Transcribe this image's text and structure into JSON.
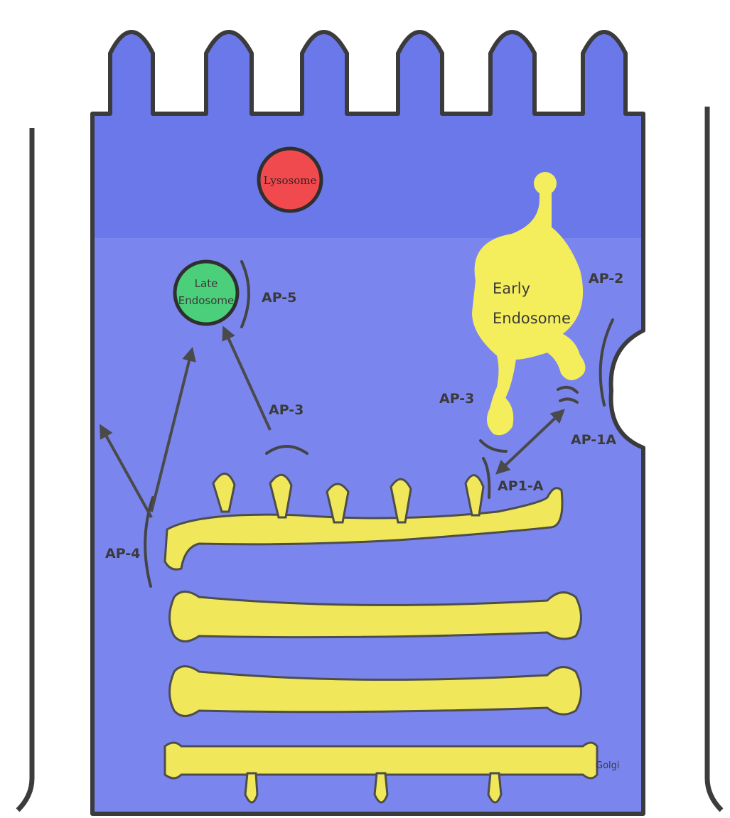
{
  "colors": {
    "cell_top": "#6b78ea",
    "cell_body": "#7a86ee",
    "cell_outline": "#3b3b3b",
    "lysosome": "#f04a4e",
    "late_endosome": "#4ccf7a",
    "early_endosome": "#f5ee5c",
    "golgi": "#f0e85a",
    "arrows": "#4a4a4a"
  },
  "organelles": {
    "lysosome": "Lysosome",
    "late_endosome_line1": "Late",
    "late_endosome_line2": "Endosome",
    "early_endosome_line1": "Early",
    "early_endosome_line2": "Endosome",
    "golgi": "Golgi"
  },
  "adaptor_labels": {
    "ap5": "AP-5",
    "ap3_left": "AP-3",
    "ap4": "AP-4",
    "ap2": "AP-2",
    "ap3_right": "AP-3",
    "ap1a_right": "AP-1A",
    "ap1a_golgi": "AP1-A"
  },
  "icons": {
    "arrows": "arrow-icon",
    "coat": "coat-arc-icon"
  }
}
